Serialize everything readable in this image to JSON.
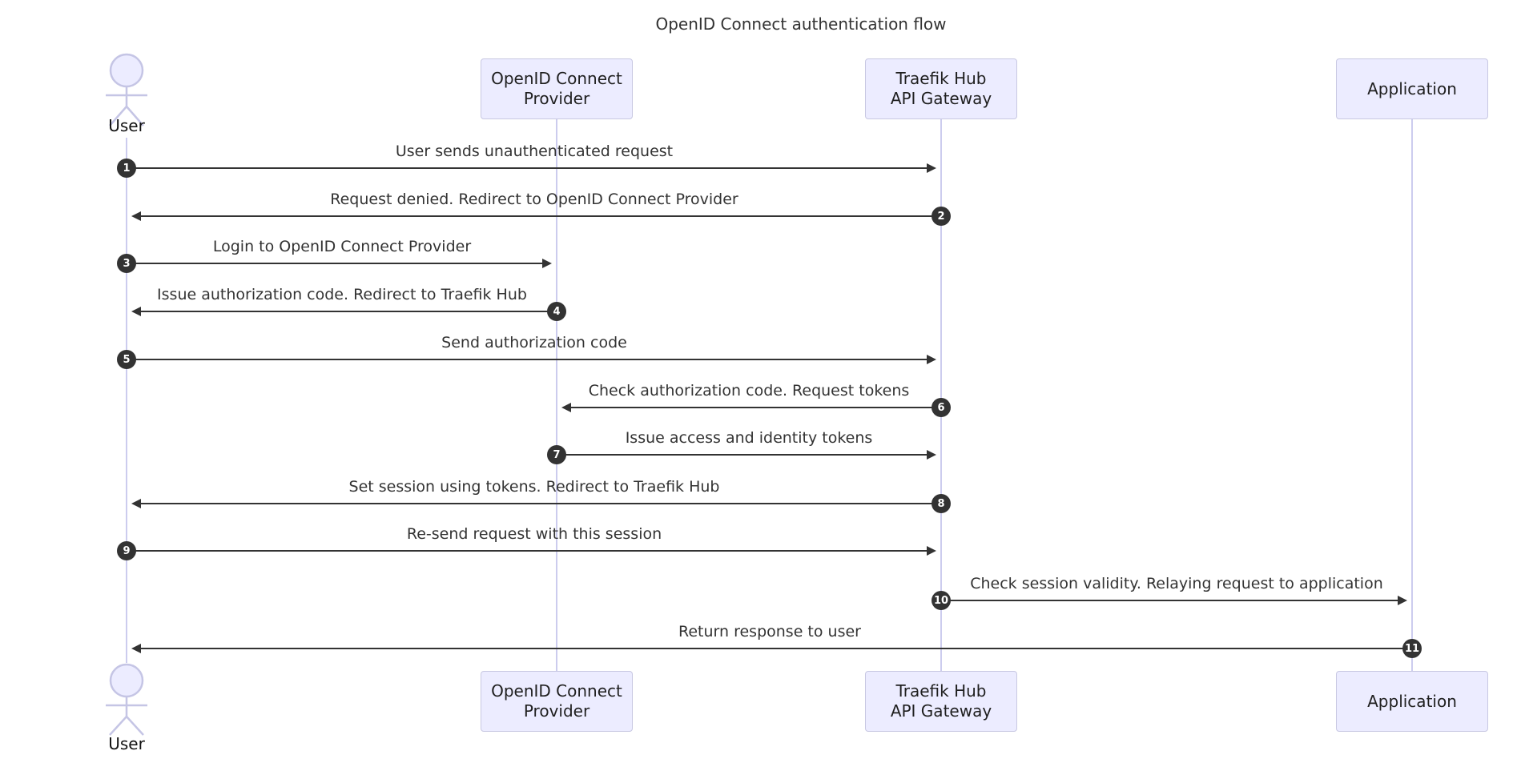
{
  "title": "OpenID Connect authentication flow",
  "colors": {
    "background": "#FFFFFF",
    "participant_fill": "#ECECFF",
    "participant_border": "#C8C8E2",
    "lifeline": "#CCCCEE",
    "arrow": "#333333",
    "message_text": "#333333",
    "sequence_number_fill": "#333333",
    "sequence_number_text": "#FFFFFF"
  },
  "actors": [
    {
      "id": "user",
      "type": "actor",
      "label": "User"
    },
    {
      "id": "oidc",
      "type": "participant",
      "label": "OpenID Connect\nProvider"
    },
    {
      "id": "traefik",
      "type": "participant",
      "label": "Traefik Hub\nAPI Gateway"
    },
    {
      "id": "app",
      "type": "participant",
      "label": "Application"
    }
  ],
  "messages": [
    {
      "num": "1",
      "from": "user",
      "to": "traefik",
      "text": "User sends unauthenticated request"
    },
    {
      "num": "2",
      "from": "traefik",
      "to": "user",
      "text": "Request denied. Redirect to OpenID Connect Provider"
    },
    {
      "num": "3",
      "from": "user",
      "to": "oidc",
      "text": "Login to OpenID Connect Provider"
    },
    {
      "num": "4",
      "from": "oidc",
      "to": "user",
      "text": "Issue authorization code. Redirect to Traefik Hub"
    },
    {
      "num": "5",
      "from": "user",
      "to": "traefik",
      "text": "Send authorization code"
    },
    {
      "num": "6",
      "from": "traefik",
      "to": "oidc",
      "text": "Check authorization code. Request tokens"
    },
    {
      "num": "7",
      "from": "oidc",
      "to": "traefik",
      "text": "Issue access and identity tokens"
    },
    {
      "num": "8",
      "from": "traefik",
      "to": "user",
      "text": "Set session using tokens. Redirect to Traefik Hub"
    },
    {
      "num": "9",
      "from": "user",
      "to": "traefik",
      "text": "Re-send request with this session"
    },
    {
      "num": "10",
      "from": "traefik",
      "to": "app",
      "text": "Check session validity. Relaying request to application"
    },
    {
      "num": "11",
      "from": "app",
      "to": "user",
      "text": "Return response to user"
    }
  ]
}
